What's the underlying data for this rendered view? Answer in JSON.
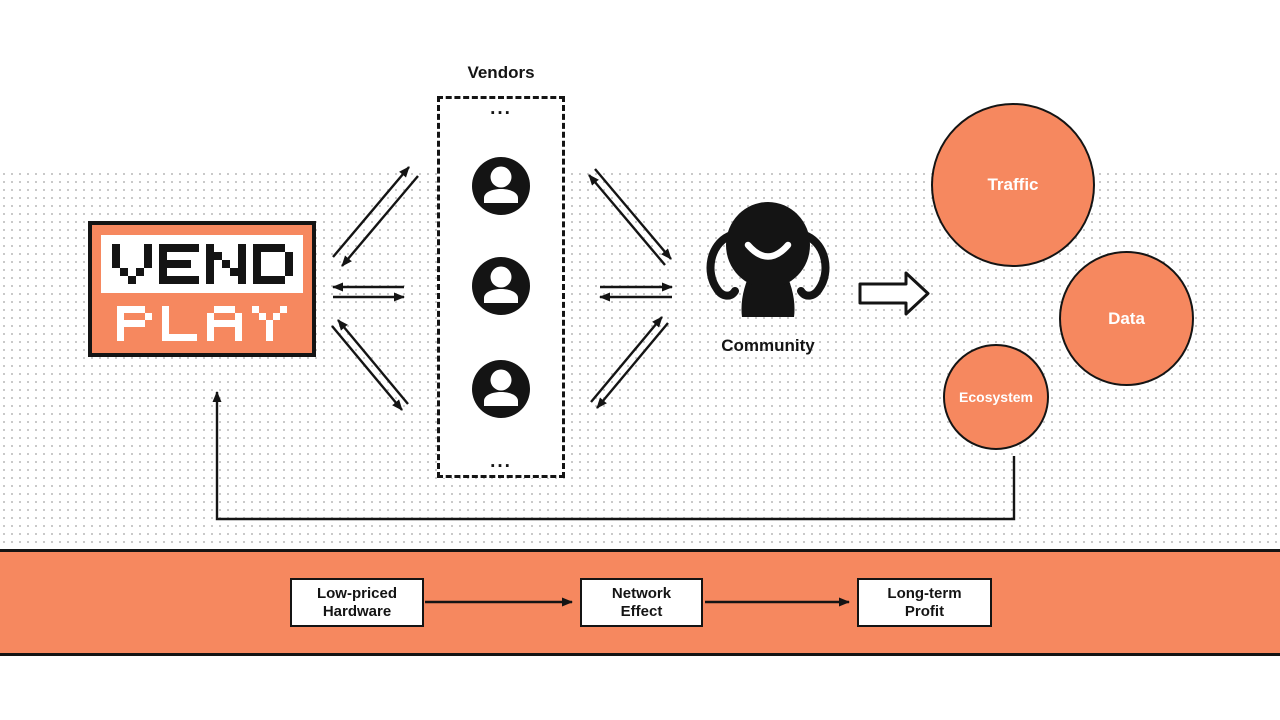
{
  "logo": {
    "top": "VEND",
    "bottom": "PLAY"
  },
  "vendors": {
    "title": "Vendors",
    "ellipsis_top": "...",
    "ellipsis_bottom": "...",
    "member_icons": [
      "vendor-user-icon",
      "vendor-user-icon",
      "vendor-user-icon"
    ]
  },
  "community": {
    "label": "Community"
  },
  "outcomes": {
    "traffic": {
      "label": "Traffic"
    },
    "data": {
      "label": "Data"
    },
    "ecosystem": {
      "label": "Ecosystem"
    }
  },
  "flow": {
    "steps": [
      {
        "label": "Low-priced Hardware"
      },
      {
        "label": "Network Effect"
      },
      {
        "label": "Long-term Profit"
      }
    ]
  },
  "colors": {
    "accent": "#F6885F",
    "ink": "#141414",
    "dots": "#C9C9C9",
    "circle_text": "#FFFFFF"
  }
}
